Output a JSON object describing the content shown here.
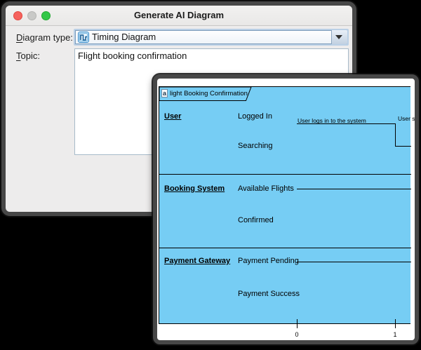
{
  "dialog": {
    "title": "Generate AI Diagram",
    "diagram_type": {
      "label_mnemonic": "D",
      "label_rest": "iagram type:",
      "value": "Timing Diagram",
      "icon": "timing-diagram-icon"
    },
    "topic": {
      "label_mnemonic": "T",
      "label_rest": "opic:",
      "value": "Flight booking confirmation"
    }
  },
  "preview": {
    "frame": {
      "icon_letter": "a",
      "label": "light Booking Confirmation"
    },
    "lifelines": [
      {
        "name": "User",
        "states": [
          "Logged In",
          "Searching"
        ]
      },
      {
        "name": "Booking System",
        "states": [
          "Available Flights",
          "Confirmed"
        ]
      },
      {
        "name": "Payment Gateway",
        "states": [
          "Payment Pending",
          "Payment Success"
        ]
      }
    ],
    "annotations": [
      "User logs in to the system",
      "User sea"
    ],
    "axis_ticks": [
      "0",
      "1"
    ]
  },
  "colors": {
    "background": "#000000",
    "window_border": "#474747",
    "dialog_bg": "#EDECEC",
    "diagram_fill": "#76CDF4",
    "icon_blue": "#2F87C8",
    "traffic_red": "#F5615C",
    "traffic_gray": "#C9C9C7",
    "traffic_green": "#33C748"
  }
}
